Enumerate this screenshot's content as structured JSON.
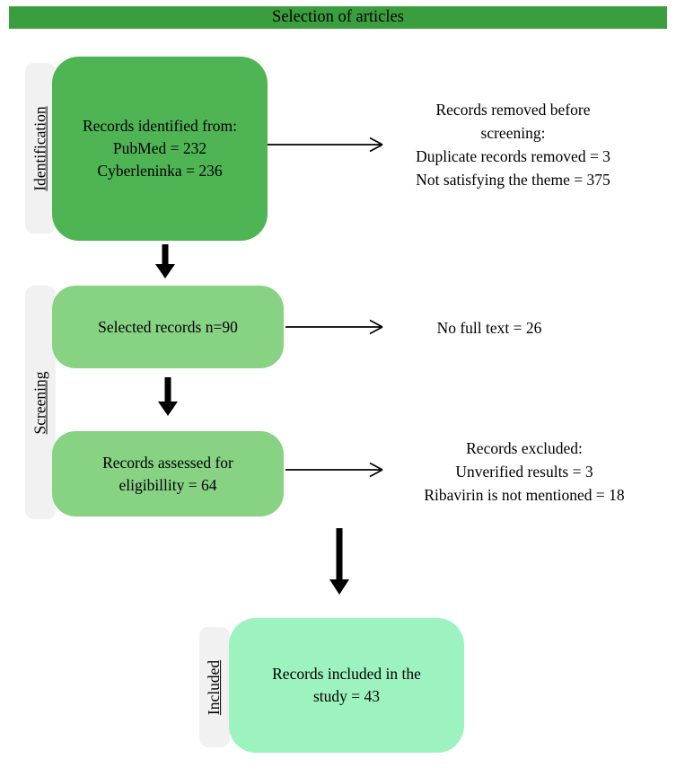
{
  "title": "Selection of articles",
  "stages": {
    "identification": "Identification",
    "screening": "Screening",
    "included": "Included"
  },
  "boxes": {
    "identified": {
      "line1": "Records identified from:",
      "line2": "PubMed = 232",
      "line3": "Cyberleninka = 236"
    },
    "selected": {
      "line1": "Selected records n=90"
    },
    "assessed": {
      "line1": "Records assessed for",
      "line2": "eligibillity = 64"
    },
    "included": {
      "line1": "Records included in the",
      "line2": "study = 43"
    }
  },
  "notes": {
    "removed": {
      "line1": "Records removed before",
      "line2": "screening:",
      "line3": "Duplicate records removed = 3",
      "line4": "Not satisfying the theme = 375"
    },
    "no_full_text": {
      "line1": "No full text = 26"
    },
    "excluded": {
      "line1": "Records excluded:",
      "line2": "Unverified results = 3",
      "line3": "Ribavirin is not mentioned = 18"
    }
  },
  "colors": {
    "title_bg": "#3b9e3e",
    "box_identified_bg": "#4eb454",
    "box_screening_bg": "#87d283",
    "box_included_bg": "#9df3c0",
    "stage_bg": "#f1f1f1",
    "arrow": "#000000"
  }
}
